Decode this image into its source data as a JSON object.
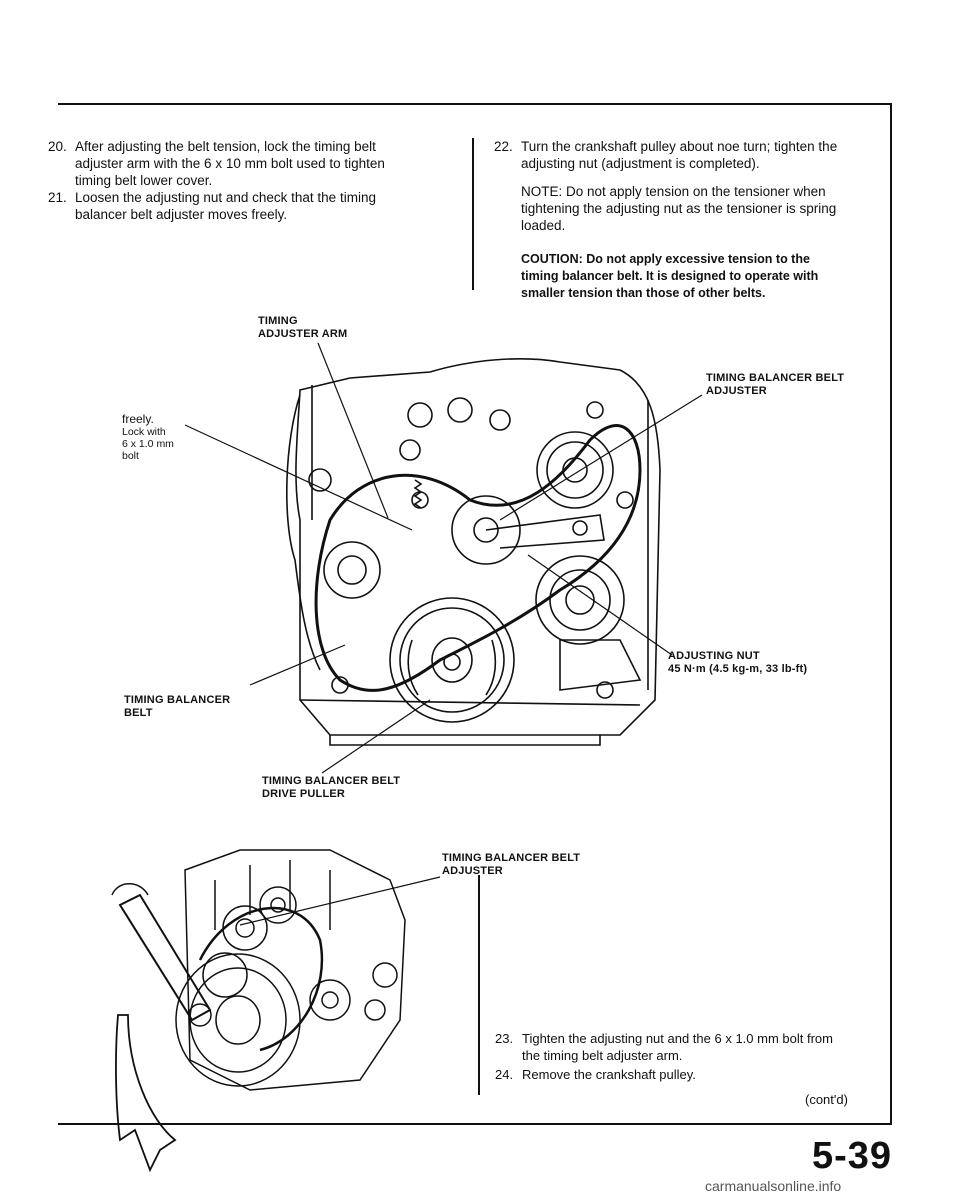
{
  "steps_top_left": [
    {
      "num": "20.",
      "lines": [
        "After adjusting the belt tension, lock the timing belt",
        "adjuster arm with the 6 x 10 mm bolt used to tighten",
        "timing belt lower cover."
      ]
    },
    {
      "num": "21.",
      "lines": [
        "Loosen the adjusting nut and check that the timing",
        "balancer belt adjuster moves freely."
      ]
    }
  ],
  "step_22": {
    "num": "22.",
    "lines": [
      "Turn the crankshaft pulley about noe turn; tighten the",
      "adjusting nut (adjustment is completed)."
    ]
  },
  "note": [
    "NOTE: Do not apply tension on the tensioner when",
    "tightening the adjusting nut as the tensioner is spring",
    "loaded."
  ],
  "caution": [
    "COUTION: Do not apply excessive tension to the",
    "timing balancer belt. It is designed to operate with",
    "smaller tension than those of other belts."
  ],
  "callouts": {
    "timing_adjuster_arm": [
      "TIMING",
      "ADJUSTER ARM"
    ],
    "timing_balancer_belt_adjuster": [
      "TIMING BALANCER BELT",
      "ADJUSTER"
    ],
    "freely_lock": [
      "freely.",
      "Lock with",
      "6 x 1.0 mm",
      "bolt"
    ],
    "adjusting_nut": [
      "ADJUSTING NUT",
      "45 N·m (4.5 kg-m, 33 lb-ft)"
    ],
    "timing_balancer_belt": [
      "TIMING BALANCER",
      "BELT"
    ],
    "drive_puller": [
      "TIMING BALANCER BELT",
      "DRIVE PULLER"
    ],
    "lower_adjuster": [
      "TIMING BALANCER BELT",
      "ADJUSTER"
    ]
  },
  "steps_bottom": [
    {
      "num": "23.",
      "lines": [
        "Tighten the adjusting nut and the 6 x 1.0 mm bolt from",
        "the timing belt adjuster arm."
      ]
    },
    {
      "num": "24.",
      "lines": [
        "Remove the crankshaft pulley."
      ]
    }
  ],
  "contd": "(cont'd)",
  "page_number": "5-39",
  "footer": "carmanualsonline.info"
}
